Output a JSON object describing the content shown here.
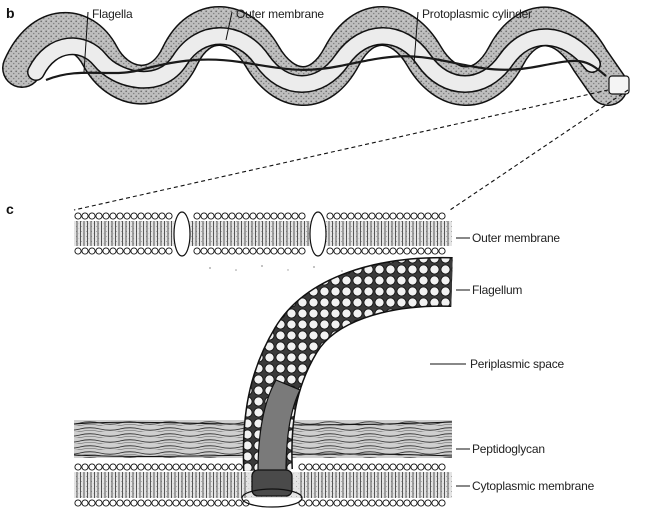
{
  "panel_b": {
    "letter": "b",
    "labels": {
      "flagella": "Flagella",
      "outer_membrane": "Outer membrane",
      "protoplasmic_cylinder": "Protoplasmic cylinder"
    }
  },
  "panel_c": {
    "letter": "c",
    "labels": {
      "outer_membrane": "Outer membrane",
      "flagellum": "Flagellum",
      "periplasmic_space": "Periplasmic space",
      "peptidoglycan": "Peptidoglycan",
      "cytoplasmic_membrane": "Cytoplasmic membrane"
    }
  },
  "colors": {
    "ink": "#1a1a1a",
    "stipple_dark": "#7a7a7a",
    "stipple_light": "#cfcfcf",
    "cylinder_fill": "#e6e6e6",
    "paper": "#ffffff"
  }
}
